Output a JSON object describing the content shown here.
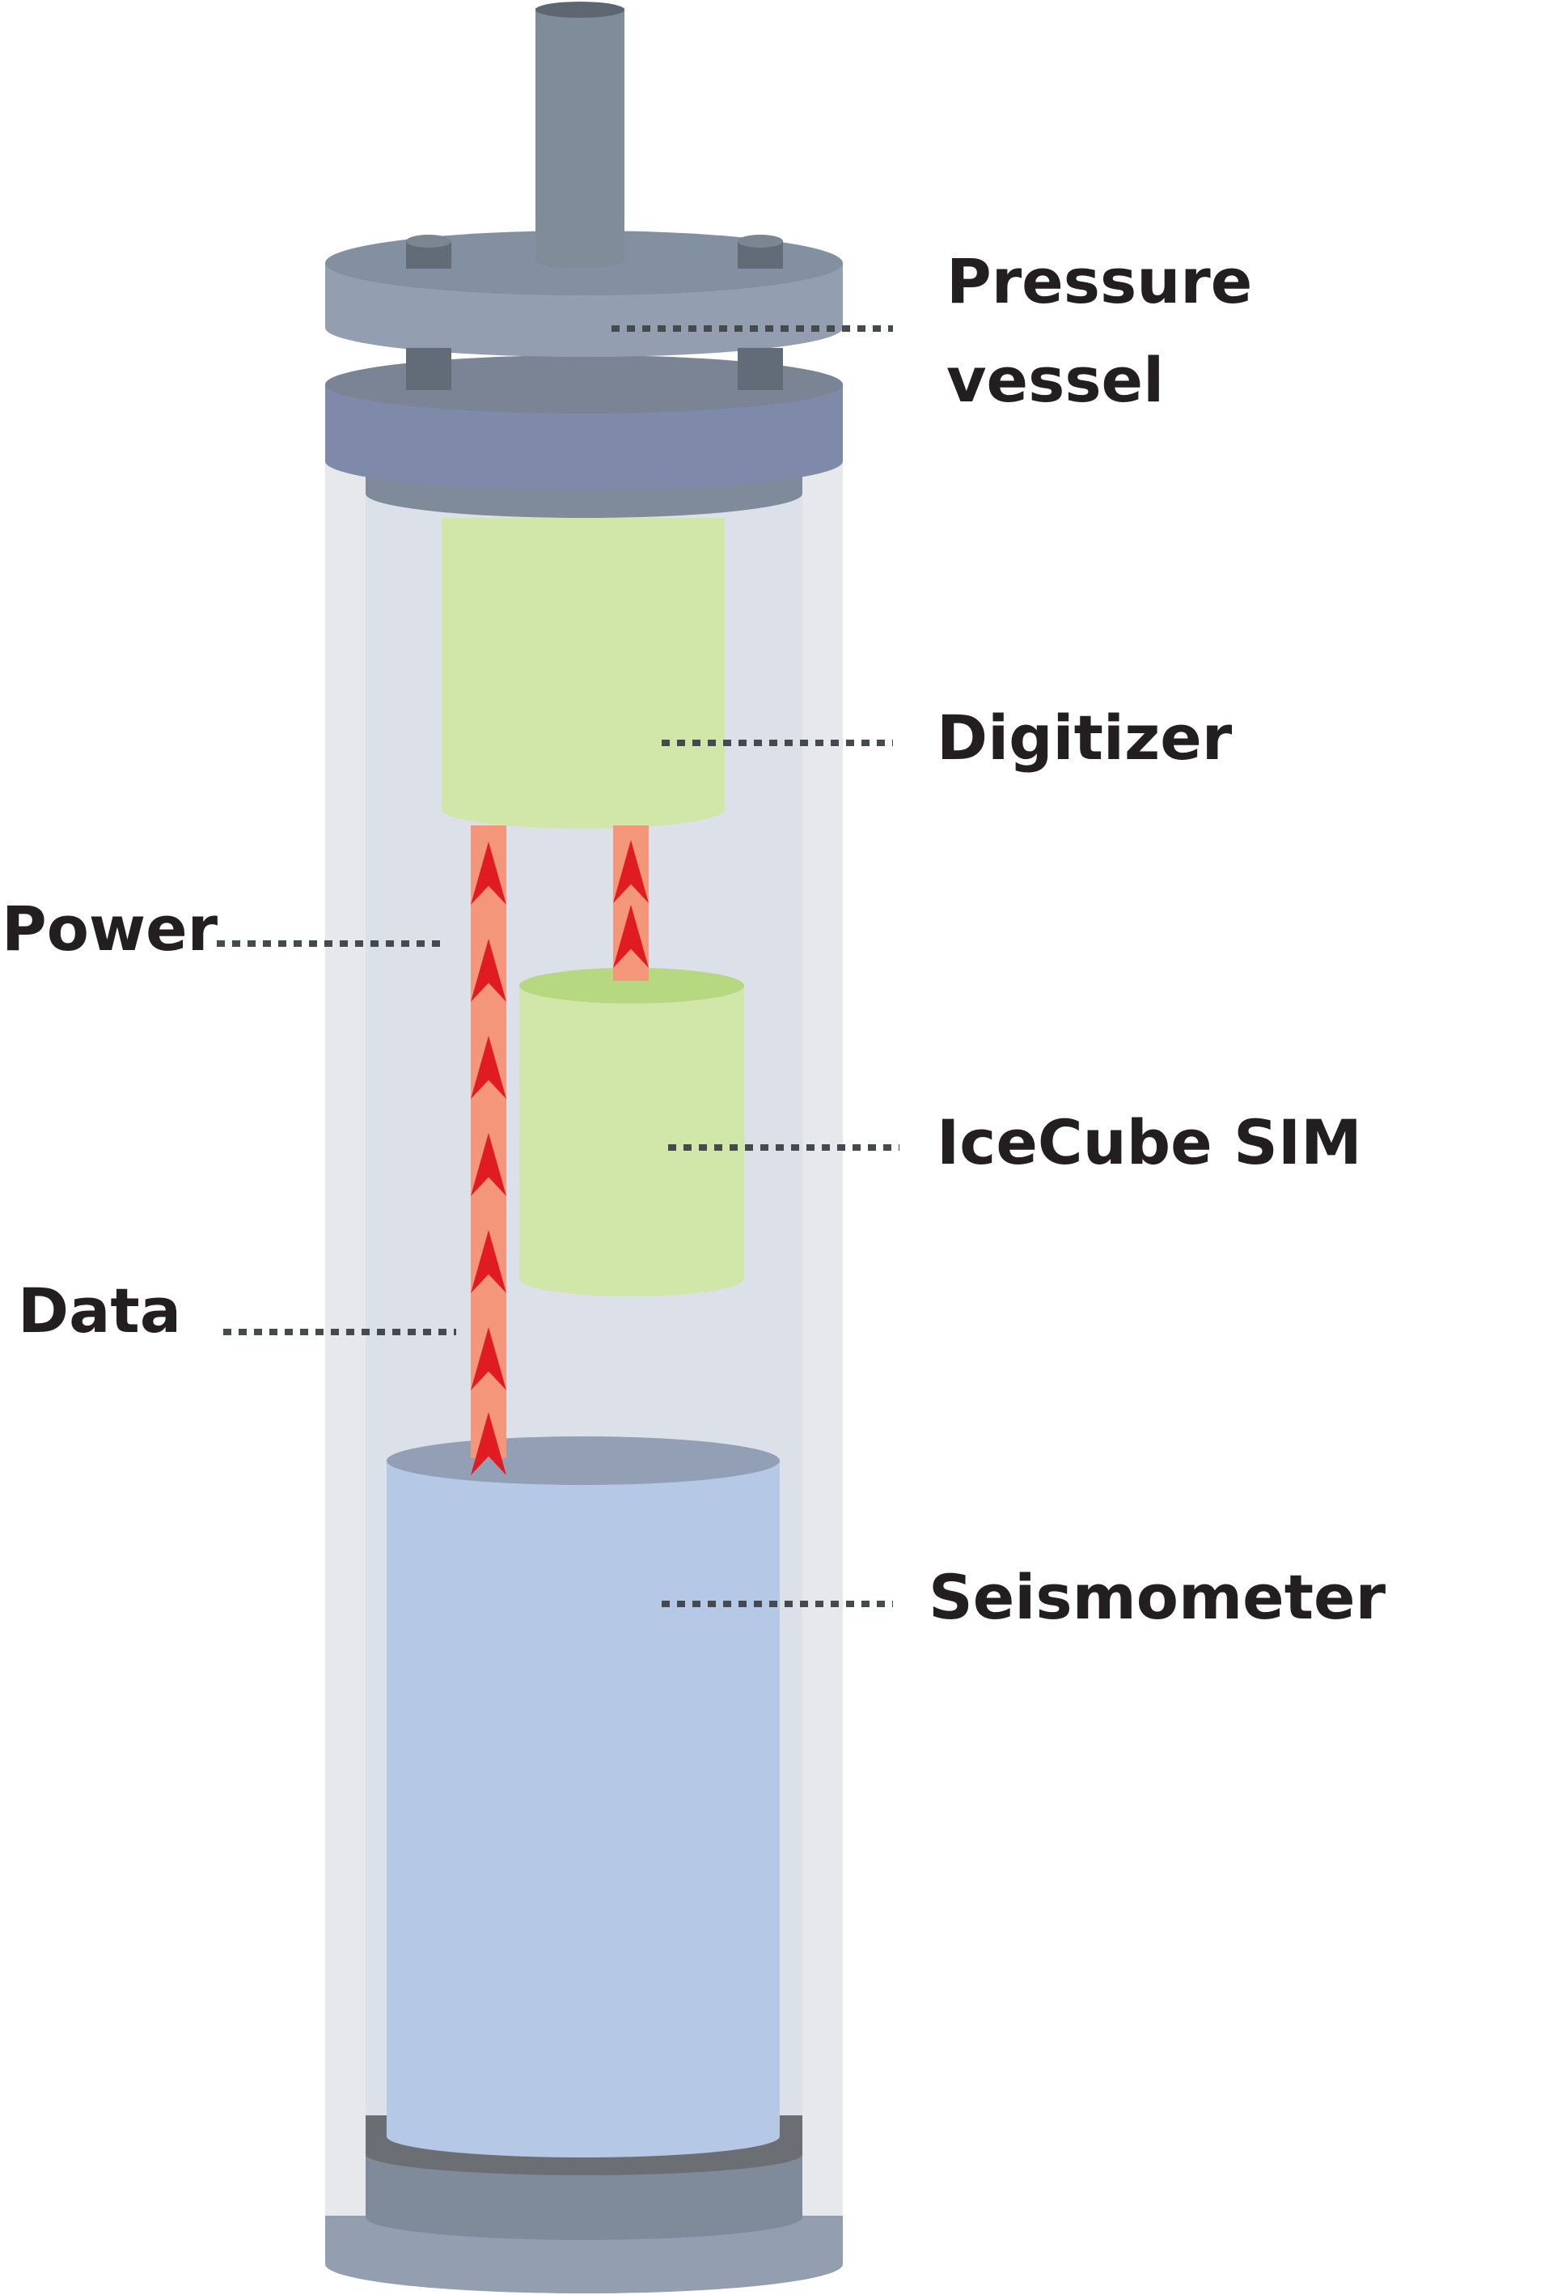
{
  "labels": {
    "pressure_vessel_line1": "Pressure",
    "pressure_vessel_line2": "vessel",
    "digitizer": "Digitizer",
    "power": "Power",
    "icecube_sim": "IceCube SIM",
    "data": "Data",
    "seismometer": "Seismometer"
  },
  "colors": {
    "vessel_outer": "#e6e8ec",
    "vessel_inner": "#dce0e8",
    "top_cap": "#939fb0",
    "flange": "#7f8aab",
    "stem": "#7f8c9a",
    "digitizer": "#d1e6a9",
    "icecube_sim": "#d1e6a9",
    "seismometer": "#b5c9e6",
    "cable": "#f3967a",
    "arrow": "#e11b22",
    "base": "#6b6e72",
    "text": "#231f20"
  },
  "icons": [
    "chevron-up-arrow-icon"
  ]
}
